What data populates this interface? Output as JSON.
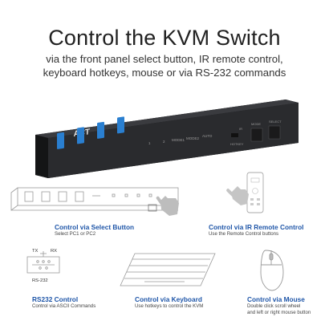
{
  "header": {
    "title": "Control the KVM Switch",
    "subtitle_line1": "via the front panel select button, IR remote control,",
    "subtitle_line2": "keyboard hotkeys, mouse or via RS-232 commands"
  },
  "device": {
    "brand": "ACT",
    "panel_labels": [
      "1",
      "2",
      "MODE1",
      "MODE2",
      "AUTO"
    ],
    "button_labels": [
      "MODE",
      "SELECT"
    ],
    "ir_label": "IR",
    "hotkey_label": "HOTKEY"
  },
  "features": [
    {
      "title": "Control via Select Button",
      "desc": [
        "Select PC1 or PC2"
      ]
    },
    {
      "title": "Control via IR Remote Control",
      "desc": [
        "Use the Remote Control buttons"
      ]
    },
    {
      "title": "RS232 Control",
      "desc": [
        "Control via ASCII Commands"
      ]
    },
    {
      "title": "Control via Keyboard",
      "desc": [
        "Use hotkeys to control the KVM"
      ]
    },
    {
      "title": "Control via Mouse",
      "desc": [
        "Double click scroll wheel",
        "and left or right mouse button"
      ]
    }
  ],
  "rs232": {
    "tx": "TX",
    "rx": "RX",
    "label": "RS-232"
  },
  "colors": {
    "accent": "#1f56a8",
    "device_body": "#2a2b2e",
    "usb_blue": "#2a7fd0"
  }
}
